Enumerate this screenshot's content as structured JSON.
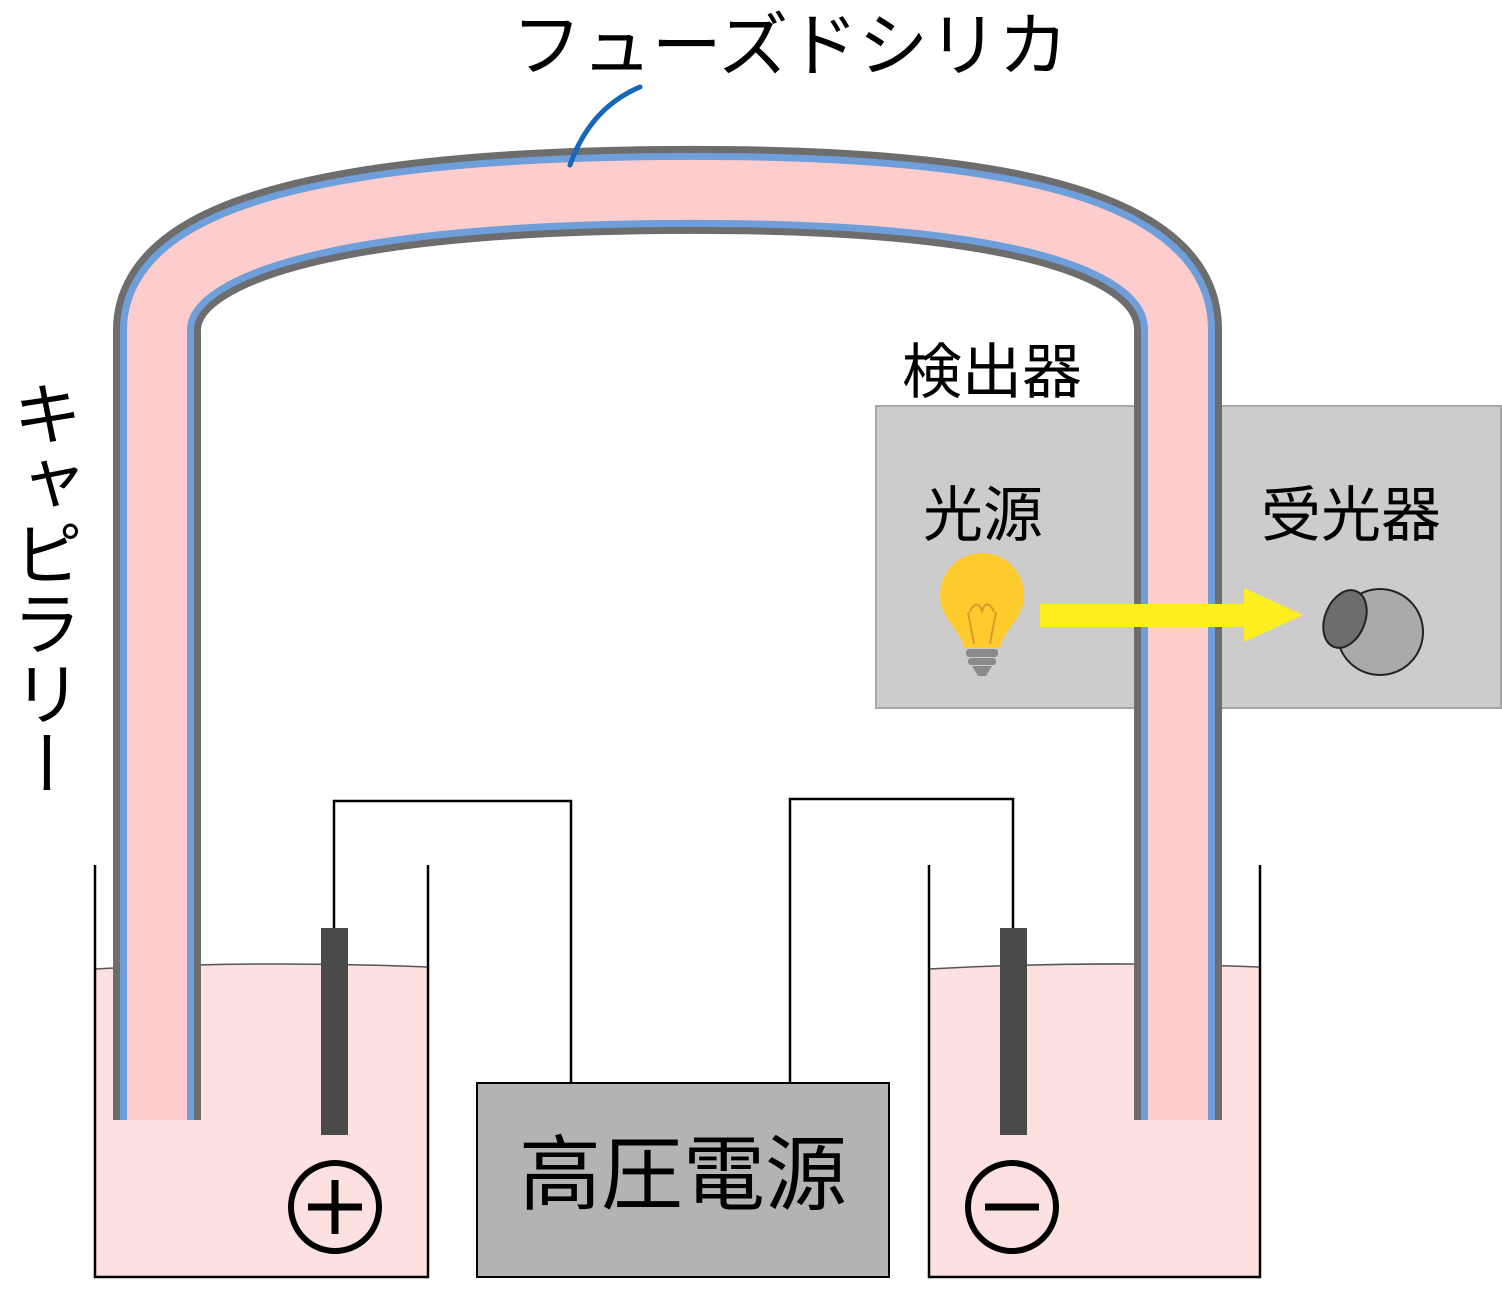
{
  "labels": {
    "fused_silica": "フューズドシリカ",
    "capillary": "キャピラリー",
    "detector": "検出器",
    "light_source": "光源",
    "receiver": "受光器",
    "power_supply": "高圧電源"
  },
  "colors": {
    "capillary_fill": "#fdcccc",
    "silica_coating": "#6e9fda",
    "capillary_outer": "#6d6d6e",
    "buffer_fill": "#fde0e0",
    "electrode": "#4a4a4a",
    "detector_box": "#cccccc",
    "power_box": "#b3b3b3",
    "bulb": "#fecb2f",
    "light_beam": "#fdee21",
    "leader_line": "#1666b9"
  },
  "icons": {
    "light_source": "light-bulb-icon",
    "receiver": "eye-icon",
    "anode": "plus-circle-icon",
    "cathode": "minus-circle-icon"
  }
}
